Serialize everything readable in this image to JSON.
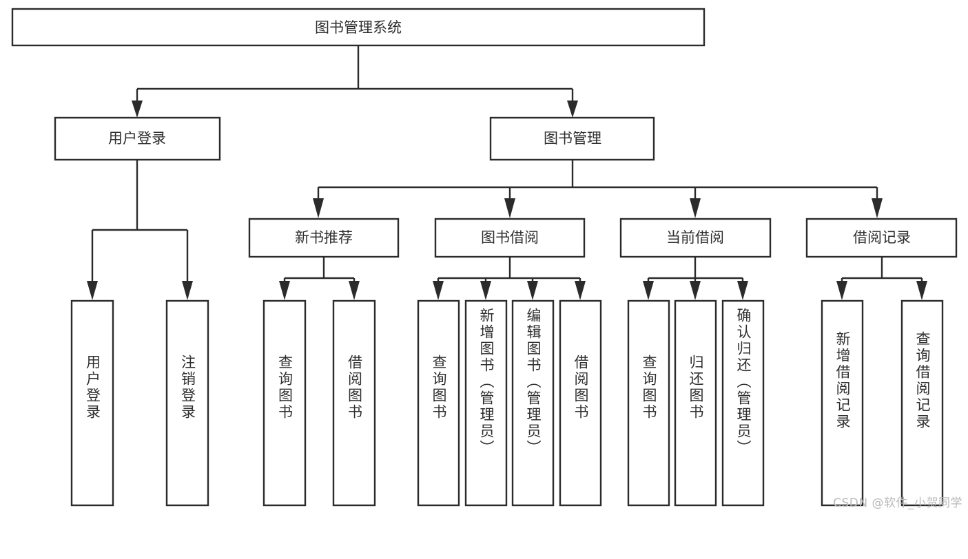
{
  "diagram": {
    "type": "tree-hierarchy-chart",
    "title": "图书管理系统",
    "watermark": "CSDN @软件_小贺同学",
    "colors": {
      "box_fill": "#ffffff",
      "box_stroke": "#2b2b2b",
      "text": "#2f2f2f",
      "connector": "#2b2b2b",
      "watermark": "#b9b9b9",
      "background": "#ffffff"
    },
    "levels": [
      {
        "level": 0,
        "nodes": [
          {
            "id": "root",
            "label": "图书管理系统",
            "orientation": "horizontal"
          }
        ]
      },
      {
        "level": 1,
        "nodes": [
          {
            "id": "login",
            "label": "用户登录",
            "orientation": "horizontal",
            "parent": "root"
          },
          {
            "id": "bookmgmt",
            "label": "图书管理",
            "orientation": "horizontal",
            "parent": "root"
          }
        ]
      },
      {
        "level": 2,
        "nodes": [
          {
            "id": "newbook",
            "label": "新书推荐",
            "orientation": "horizontal",
            "parent": "bookmgmt"
          },
          {
            "id": "borrow",
            "label": "图书借阅",
            "orientation": "horizontal",
            "parent": "bookmgmt"
          },
          {
            "id": "current",
            "label": "当前借阅",
            "orientation": "horizontal",
            "parent": "bookmgmt"
          },
          {
            "id": "record",
            "label": "借阅记录",
            "orientation": "horizontal",
            "parent": "bookmgmt"
          }
        ]
      },
      {
        "level": 3,
        "nodes": [
          {
            "id": "leaf-user-login",
            "label": "用户登录",
            "orientation": "vertical",
            "parent": "login"
          },
          {
            "id": "leaf-user-logout",
            "label": "注销登录",
            "orientation": "vertical",
            "parent": "login"
          },
          {
            "id": "leaf-new-query",
            "label": "查询图书",
            "orientation": "vertical",
            "parent": "newbook"
          },
          {
            "id": "leaf-new-borrow",
            "label": "借阅图书",
            "orientation": "vertical",
            "parent": "newbook"
          },
          {
            "id": "leaf-borrow-query",
            "label": "查询图书",
            "orientation": "vertical",
            "parent": "borrow"
          },
          {
            "id": "leaf-borrow-add",
            "label": "新增图书（管理员）",
            "orientation": "vertical",
            "parent": "borrow"
          },
          {
            "id": "leaf-borrow-edit",
            "label": "编辑图书（管理员）",
            "orientation": "vertical",
            "parent": "borrow"
          },
          {
            "id": "leaf-borrow-lend",
            "label": "借阅图书",
            "orientation": "vertical",
            "parent": "borrow"
          },
          {
            "id": "leaf-current-query",
            "label": "查询图书",
            "orientation": "vertical",
            "parent": "current"
          },
          {
            "id": "leaf-current-return",
            "label": "归还图书",
            "orientation": "vertical",
            "parent": "current"
          },
          {
            "id": "leaf-current-confirm",
            "label": "确认归还（管理员）",
            "orientation": "vertical",
            "parent": "current"
          },
          {
            "id": "leaf-record-add",
            "label": "新增借阅记录",
            "orientation": "vertical",
            "parent": "record"
          },
          {
            "id": "leaf-record-query",
            "label": "查询借阅记录",
            "orientation": "vertical",
            "parent": "record"
          }
        ]
      }
    ]
  }
}
